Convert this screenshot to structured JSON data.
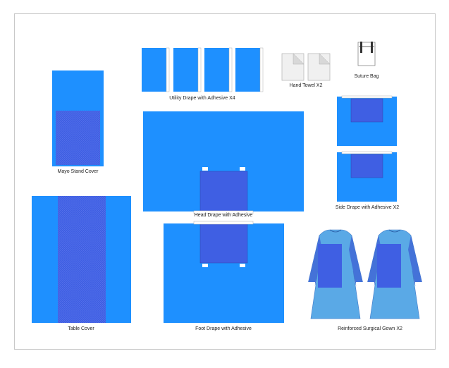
{
  "colors": {
    "drape_blue": "#1e90ff",
    "reinforced_blue": "#3f5fe3",
    "gown_light_blue": "#5aa9e6",
    "sleeve_blue": "#4472d8",
    "towel_gray": "#f0f0f0",
    "outline": "#b0b0b0"
  },
  "components": [
    {
      "id": "utility-drape",
      "label": "Utility Drape with Adhesive X4",
      "icon": "utility-drape-icon"
    },
    {
      "id": "hand-towel",
      "label": "Hand Towel X2",
      "icon": "hand-towel-icon"
    },
    {
      "id": "suture-bag",
      "label": "Suture Bag",
      "icon": "suture-bag-icon"
    },
    {
      "id": "mayo-stand-cover",
      "label": "Mayo Stand Cover",
      "icon": "mayo-stand-cover-icon"
    },
    {
      "id": "head-drape",
      "label": "Head Drape with Adhesive",
      "icon": "head-drape-icon"
    },
    {
      "id": "side-drape",
      "label": "Side Drape with Adhesive X2",
      "icon": "side-drape-icon"
    },
    {
      "id": "table-cover",
      "label": "Table Cover",
      "icon": "table-cover-icon"
    },
    {
      "id": "foot-drape",
      "label": "Foot Drape with Adhesive",
      "icon": "foot-drape-icon"
    },
    {
      "id": "surgical-gown",
      "label": "Reinforced Surgical Gown X2",
      "icon": "surgical-gown-icon"
    }
  ]
}
